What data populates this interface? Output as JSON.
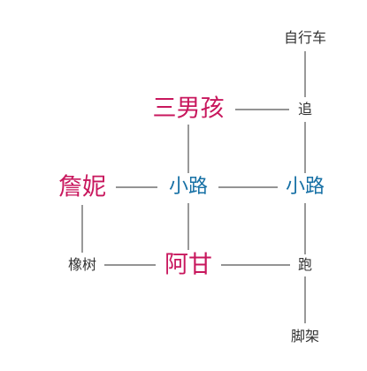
{
  "nodes": {
    "bicycle": {
      "text": "自行车",
      "kind": "plain"
    },
    "chase": {
      "text": "追",
      "kind": "plain"
    },
    "three_boys": {
      "text": "三男孩",
      "kind": "person"
    },
    "jenny": {
      "text": "詹妮",
      "kind": "person"
    },
    "path_left": {
      "text": "小路",
      "kind": "road"
    },
    "path_right": {
      "text": "小路",
      "kind": "road"
    },
    "oak_tree": {
      "text": "橡树",
      "kind": "plain"
    },
    "gump": {
      "text": "阿甘",
      "kind": "person"
    },
    "run": {
      "text": "跑",
      "kind": "plain"
    },
    "braces": {
      "text": "脚架",
      "kind": "plain"
    }
  },
  "edges": [
    {
      "from": "bicycle",
      "to": "chase"
    },
    {
      "from": "three_boys",
      "to": "chase"
    },
    {
      "from": "three_boys",
      "to": "path_left"
    },
    {
      "from": "chase",
      "to": "path_right"
    },
    {
      "from": "jenny",
      "to": "path_left"
    },
    {
      "from": "path_left",
      "to": "path_right"
    },
    {
      "from": "jenny",
      "to": "oak_tree"
    },
    {
      "from": "path_left",
      "to": "gump"
    },
    {
      "from": "path_right",
      "to": "run"
    },
    {
      "from": "oak_tree",
      "to": "gump"
    },
    {
      "from": "gump",
      "to": "run"
    },
    {
      "from": "run",
      "to": "braces"
    }
  ],
  "colors": {
    "person": "#c8175d",
    "road": "#1670a5",
    "plain": "#333333",
    "edge": "#555555"
  }
}
